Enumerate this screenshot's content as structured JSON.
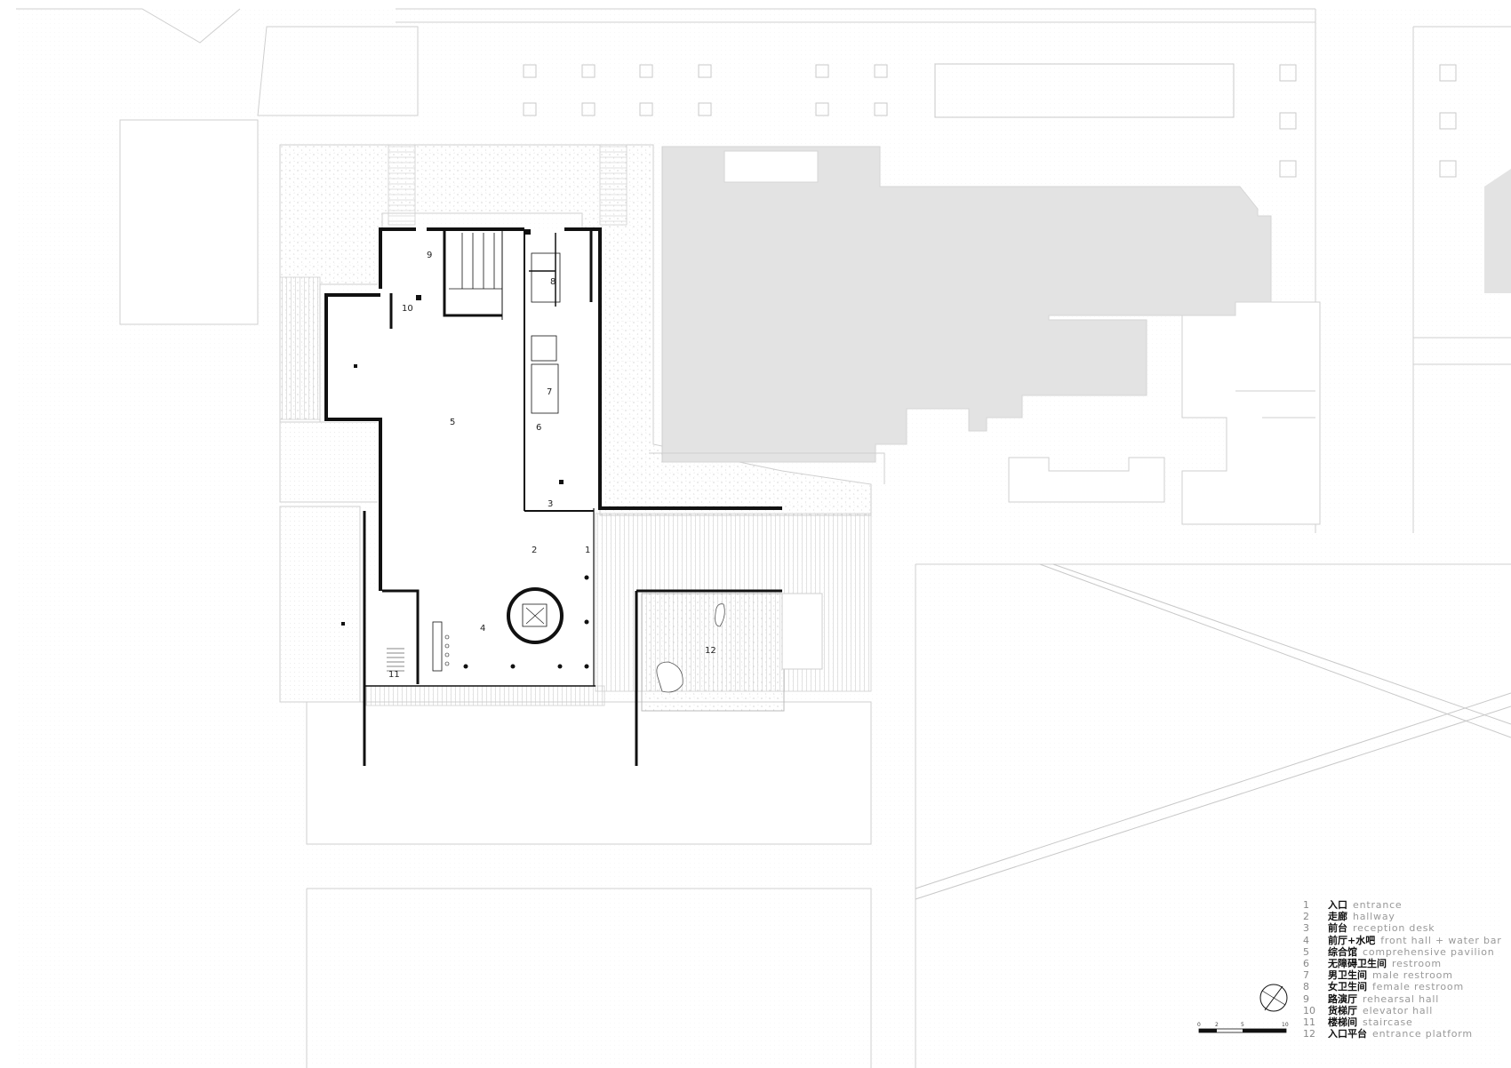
{
  "room_labels": [
    {
      "id": "1",
      "text": "1"
    },
    {
      "id": "2",
      "text": "2"
    },
    {
      "id": "3",
      "text": "3"
    },
    {
      "id": "4",
      "text": "4"
    },
    {
      "id": "5",
      "text": "5"
    },
    {
      "id": "6",
      "text": "6"
    },
    {
      "id": "7",
      "text": "7"
    },
    {
      "id": "8",
      "text": "8"
    },
    {
      "id": "9",
      "text": "9"
    },
    {
      "id": "10",
      "text": "10"
    },
    {
      "id": "11",
      "text": "11"
    },
    {
      "id": "12",
      "text": "12"
    }
  ],
  "legend": [
    {
      "num": "1",
      "cn": "入口",
      "en": "entrance"
    },
    {
      "num": "2",
      "cn": "走廊",
      "en": "hallway"
    },
    {
      "num": "3",
      "cn": "前台",
      "en": "reception desk"
    },
    {
      "num": "4",
      "cn": "前厅+水吧",
      "en": "front hall + water bar"
    },
    {
      "num": "5",
      "cn": "综合馆",
      "en": "comprehensive pavilion"
    },
    {
      "num": "6",
      "cn": "无障碍卫生间",
      "en": "restroom"
    },
    {
      "num": "7",
      "cn": "男卫生间",
      "en": "male restroom"
    },
    {
      "num": "8",
      "cn": "女卫生间",
      "en": "female restroom"
    },
    {
      "num": "9",
      "cn": "路演厅",
      "en": "rehearsal hall"
    },
    {
      "num": "10",
      "cn": "货梯厅",
      "en": "elevator hall"
    },
    {
      "num": "11",
      "cn": "楼梯间",
      "en": "staircase"
    },
    {
      "num": "12",
      "cn": "入口平台",
      "en": "entrance platform"
    }
  ],
  "scale_bar": {
    "ticks": [
      "0",
      "2",
      "5",
      "10"
    ]
  },
  "colors": {
    "wall": "#111111",
    "neighbor_fill": "#e3e3e3",
    "site_line": "#c8c8c8",
    "stipple": "#bdbdbd"
  }
}
